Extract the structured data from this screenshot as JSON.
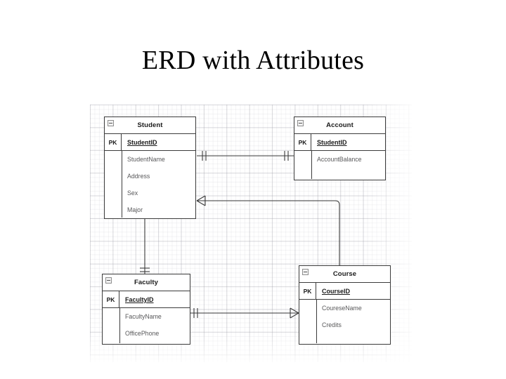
{
  "slide": {
    "title": "ERD with Attributes",
    "background_color": "#ffffff",
    "text_color": "#000000"
  },
  "diagram": {
    "type": "entity-relationship-diagram",
    "notation": "crow's foot",
    "canvas_style": "grid-paper",
    "grid_color": "#96969f",
    "entity_border_color": "#3b3b3b",
    "attribute_text_color": "#58585a",
    "collapse_icon": "minus-box-icon",
    "entities": [
      {
        "id": "student",
        "name": "Student",
        "pk_label": "PK",
        "pk_field": "StudentID",
        "attributes": [
          "StudentName",
          "Address",
          "Sex",
          "Major"
        ]
      },
      {
        "id": "account",
        "name": "Account",
        "pk_label": "PK",
        "pk_field": "StudentID",
        "attributes": [
          "AccountBalance"
        ]
      },
      {
        "id": "faculty",
        "name": "Faculty",
        "pk_label": "PK",
        "pk_field": "FacultyID",
        "attributes": [
          "FacultyName",
          "OfficePhone"
        ]
      },
      {
        "id": "course",
        "name": "Course",
        "pk_label": "PK",
        "pk_field": "CourseID",
        "attributes": [
          "CoureseName",
          "Credits"
        ]
      }
    ],
    "relationships": [
      {
        "id": "student-account",
        "from": "Student",
        "to": "Account",
        "from_cardinality": "one-and-only-one",
        "to_cardinality": "one-and-only-one"
      },
      {
        "id": "student-course",
        "from": "Student",
        "to": "Course",
        "from_cardinality": "many",
        "to_cardinality": "many"
      },
      {
        "id": "student-faculty",
        "from": "Student",
        "to": "Faculty",
        "from_cardinality": "many",
        "to_cardinality": "one-and-only-one"
      },
      {
        "id": "faculty-course",
        "from": "Faculty",
        "to": "Course",
        "from_cardinality": "one-and-only-one",
        "to_cardinality": "many"
      }
    ]
  }
}
